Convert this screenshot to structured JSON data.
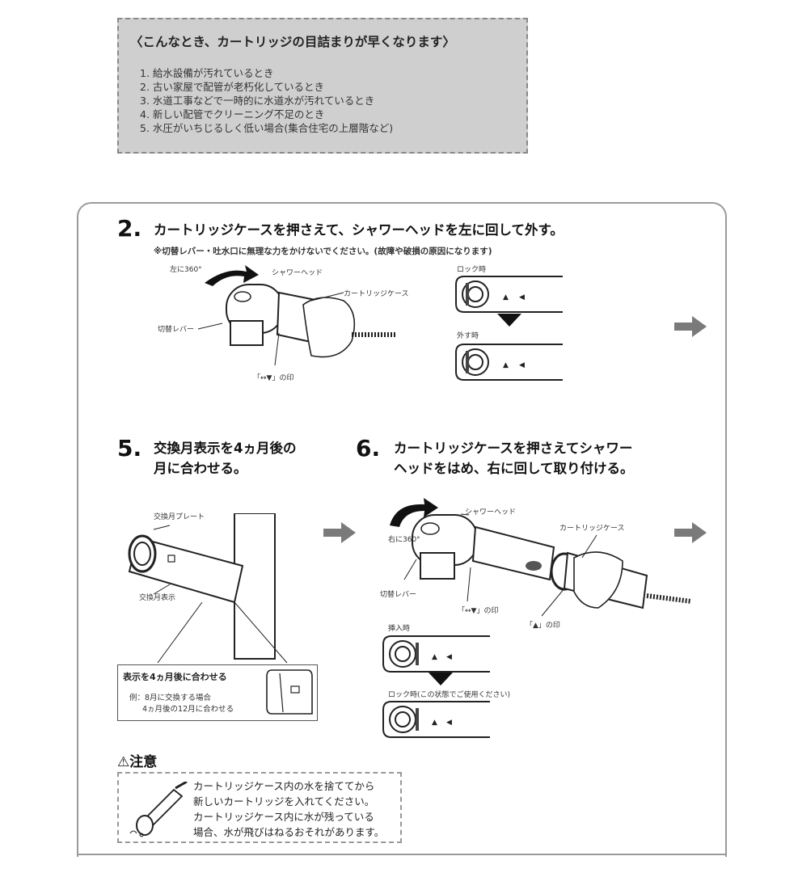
{
  "info": {
    "title": "〈こんなとき、カートリッジの目詰まりが早くなります〉",
    "items": [
      "1. 給水設備が汚れているとき",
      "2. 古い家屋で配管が老朽化しているとき",
      "3. 水道工事などで一時的に水道水が汚れているとき",
      "4. 新しい配管でクリーニング不足のとき",
      "5. 水圧がいちじるしく低い場合(集合住宅の上層階など)"
    ]
  },
  "step2": {
    "number": "2.",
    "text": "カートリッジケースを押さえて、シャワーヘッドを左に回して外す。",
    "note": "※切替レバー・吐水口に無理な力をかけないでください。(故障や破損の原因になります)",
    "rotate_label": "左に360°",
    "shower_head_label": "シャワーヘッド",
    "cartridge_case_label": "カートリッジケース",
    "lever_label": "切替レバー",
    "mark_label": "「↔▼」の印",
    "lock_label": "ロック時",
    "remove_label": "外す時"
  },
  "step5": {
    "number": "5.",
    "text_line1": "交換月表示を4ヵ月後の",
    "text_line2": "月に合わせる。",
    "plate_label": "交換月プレート",
    "display_label": "交換月表示",
    "example_title": "表示を4ヵ月後に合わせる",
    "example_line1": "例：8月に交換する場合",
    "example_line2": "4ヵ月後の12月に合わせる"
  },
  "step6": {
    "number": "6.",
    "text_line1": "カートリッジケースを押さえてシャワー",
    "text_line2": "ヘッドをはめ、右に回して取り付ける。",
    "rotate_label": "右に360°",
    "shower_head_label": "シャワーヘッド",
    "cartridge_case_label": "カートリッジケース",
    "lever_label": "切替レバー",
    "mark_label": "「↔▼」の印",
    "triangle_mark_label": "「▲」の印",
    "insert_label": "挿入時",
    "lock_label": "ロック時(この状態でご使用ください)"
  },
  "caution": {
    "title": "⚠注意",
    "lines": [
      "カートリッジケース内の水を捨ててから",
      "新しいカートリッジを入れてください。",
      "カートリッジケース内に水が残っている",
      "場合、水が飛びはねるおそれがあります。"
    ]
  },
  "colors": {
    "info_bg": "#cfcfcf",
    "panel_border": "#9a9a9a",
    "arrow": "#7a7a7a",
    "ink": "#111111"
  }
}
